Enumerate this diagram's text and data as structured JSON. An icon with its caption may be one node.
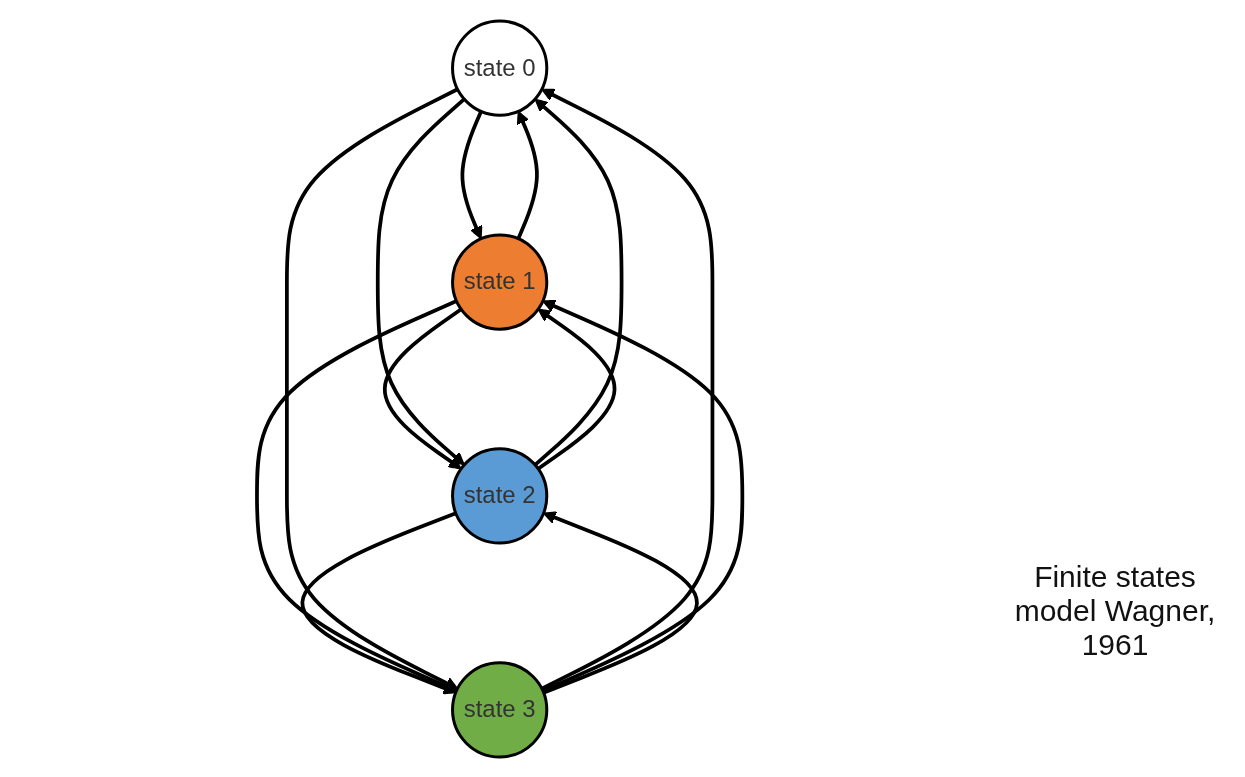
{
  "diagram": {
    "caption": "Finite states model Wagner, 1961",
    "nodes": [
      {
        "text": [
          "state 0"
        ]
      },
      {
        "text": [
          "state 1"
        ]
      },
      {
        "text": [
          "state 2"
        ]
      },
      {
        "text": [
          "state 3"
        ]
      }
    ],
    "edges": [
      {
        "from": 0,
        "to": 1,
        "arrow": "to"
      },
      {
        "from": 1,
        "to": 2,
        "arrow": "to"
      },
      {
        "from": 2,
        "to": 3,
        "arrow": "to"
      },
      {
        "from": 3,
        "to": 0,
        "arrow": "to"
      },
      {
        "from": 1,
        "to": 3,
        "arrow": "to"
      },
      {
        "from": 3,
        "to": 1,
        "arrow": "to"
      },
      {
        "from": 2,
        "to": 0,
        "arrow": "to"
      },
      {
        "from": 0,
        "to": 2,
        "arrow": "to"
      },
      {
        "from": 1,
        "to": 0,
        "arrow": "to"
      },
      {
        "from": 0,
        "to": 3,
        "arrow": "to"
      },
      {
        "from": 3,
        "to": 2,
        "arrow": "to"
      },
      {
        "from": 2,
        "to": 1,
        "arrow": "to"
      }
    ]
  }
}
